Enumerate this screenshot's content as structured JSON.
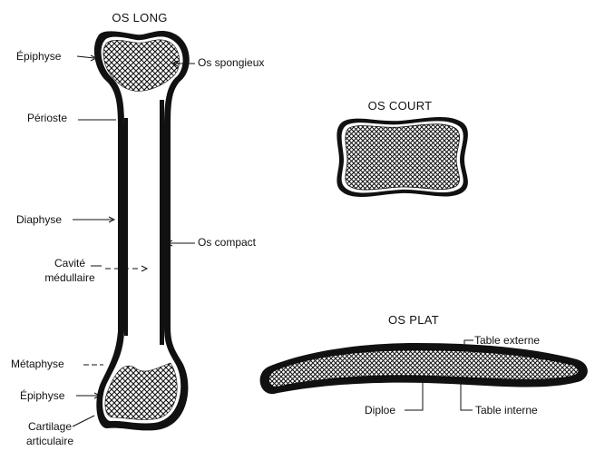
{
  "titles": {
    "long": "OS LONG",
    "short": "OS COURT",
    "flat": "OS PLAT"
  },
  "labels": {
    "epiphyse_top": "Épiphyse",
    "os_spongieux": "Os spongieux",
    "perioste": "Périoste",
    "diaphyse": "Diaphyse",
    "os_compact": "Os compact",
    "cavite_line1": "Cavité",
    "cavite_line2": "médullaire",
    "metaphyse": "Métaphyse",
    "epiphyse_bottom": "Épiphyse",
    "cartilage_line1": "Cartilage",
    "cartilage_line2": "articulaire",
    "table_externe": "Table externe",
    "diploe": "Diploe",
    "table_interne": "Table interne"
  }
}
